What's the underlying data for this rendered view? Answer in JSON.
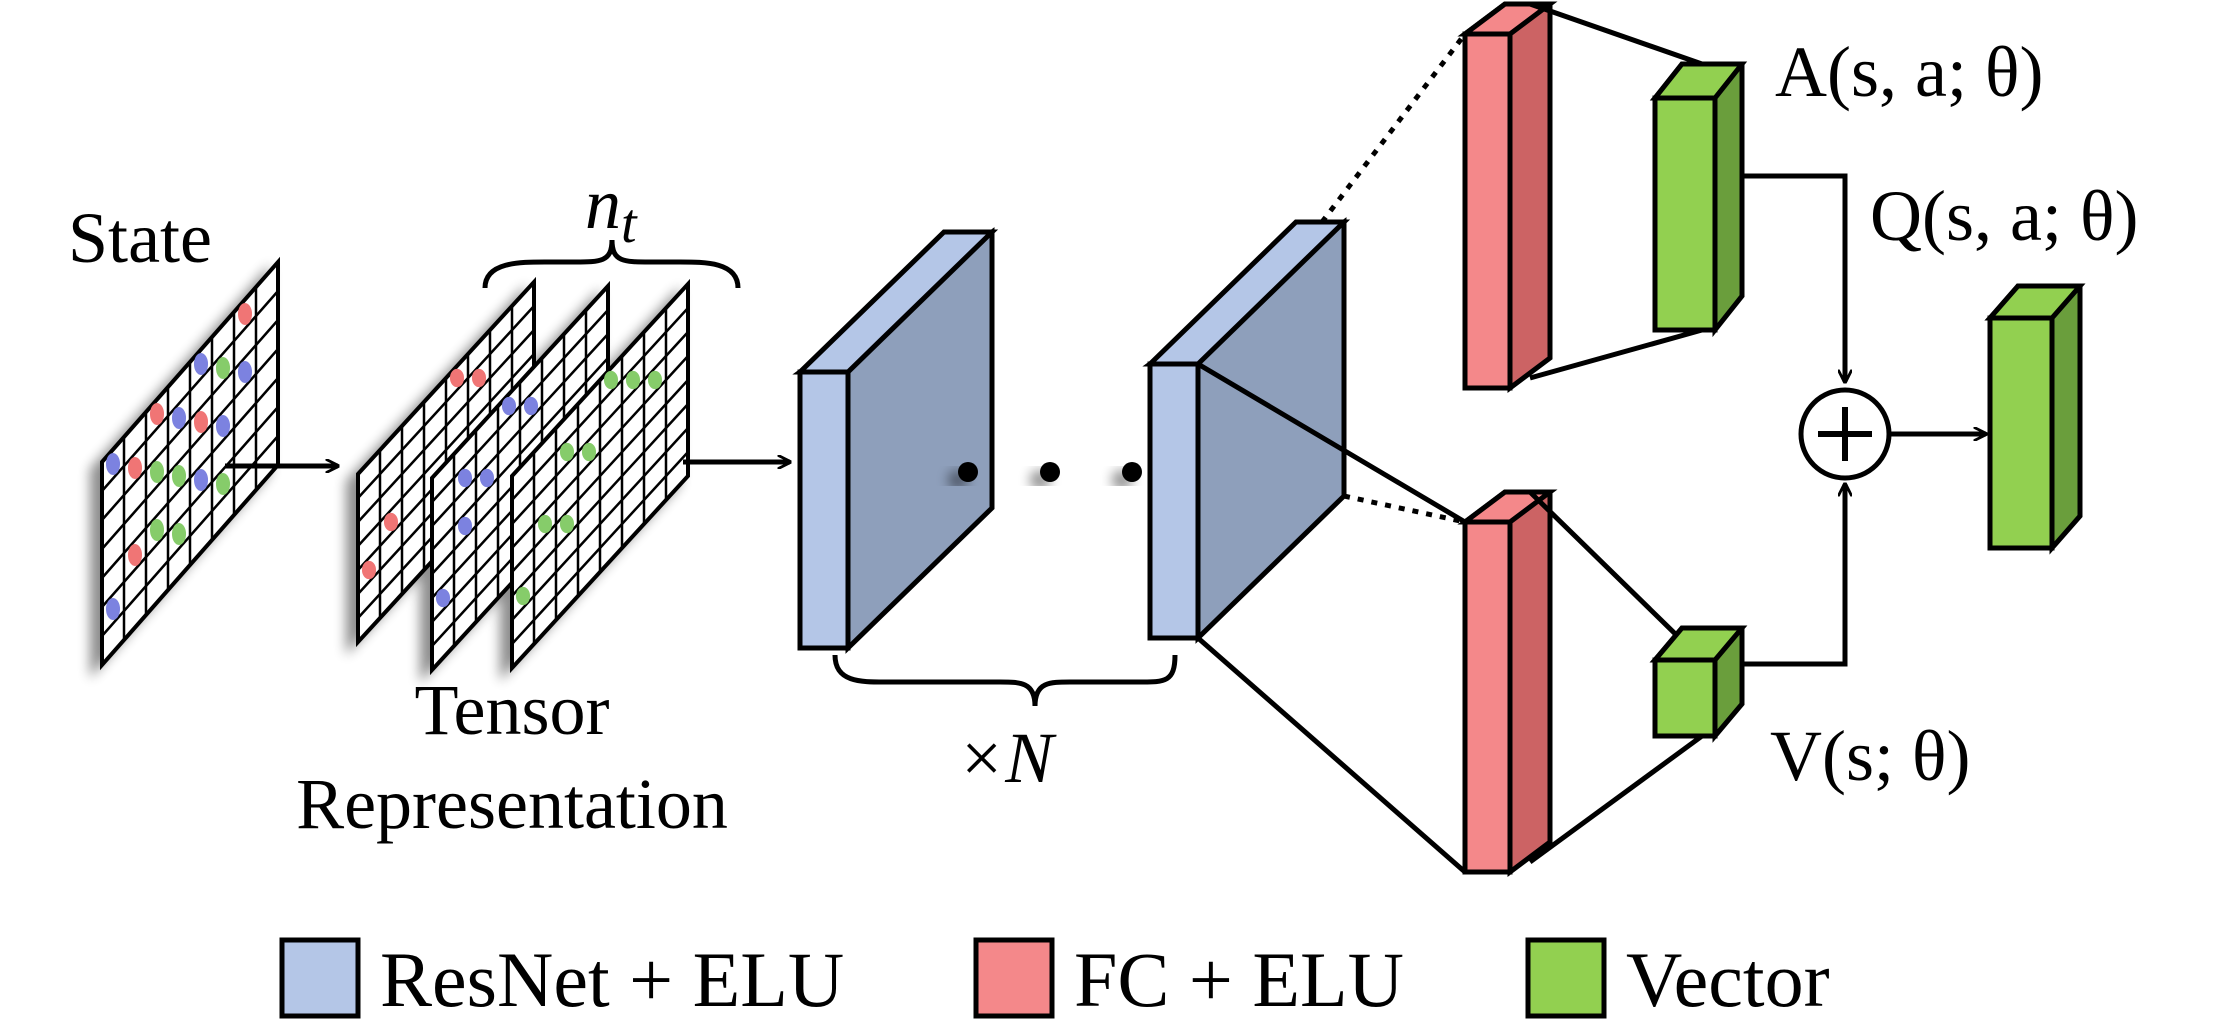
{
  "labels": {
    "state": "State",
    "tensor_line1": "Tensor",
    "tensor_line2": "Representation",
    "nt": "n",
    "nt_sub": "t",
    "times_n": "×N",
    "advantage": "A(s, a; θ)",
    "q_value": "Q(s, a; θ)",
    "value": "V(s; θ)",
    "plus": "+"
  },
  "legend": [
    {
      "label": "ResNet + ELU",
      "color": "#b4c6e7"
    },
    {
      "label": "FC + ELU",
      "color": "#f4888a"
    },
    {
      "label": "Vector",
      "color": "#92d050"
    }
  ],
  "colors": {
    "resnet_front": "#b4c6e7",
    "resnet_side": "#8e9fbb",
    "fc_front": "#f4888a",
    "fc_side": "#cc6364",
    "vector_front": "#92d050",
    "vector_side": "#6a9e3c",
    "dot_blue": "#7b82e0",
    "dot_red": "#f07575",
    "dot_green": "#86cc6a"
  }
}
